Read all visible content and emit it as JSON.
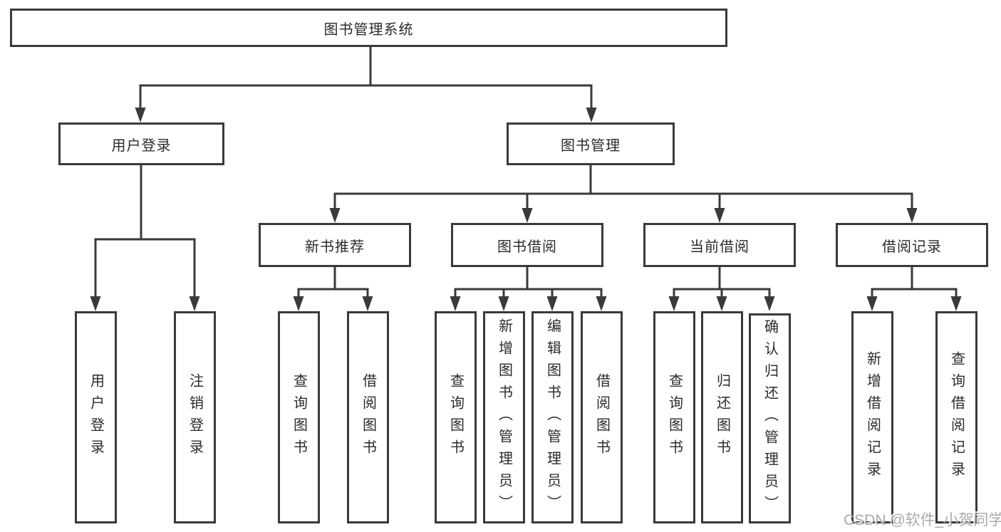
{
  "nodes": {
    "root": "图书管理系统",
    "user_login": "用户登录",
    "book_management": "图书管理",
    "new_book_recommend": "新书推荐",
    "book_borrow": "图书借阅",
    "current_borrow": "当前借阅",
    "borrow_record": "借阅记录",
    "leaf_user_login": "用户登录",
    "leaf_logout": "注销登录",
    "leaf_nb_query": "查询图书",
    "leaf_nb_borrow": "借阅图书",
    "leaf_bb_query": "查询图书",
    "leaf_bb_add": "新增图书（管理员）",
    "leaf_bb_edit": "编辑图书（管理员）",
    "leaf_bb_borrow": "借阅图书",
    "leaf_cb_query": "查询图书",
    "leaf_cb_return": "归还图书",
    "leaf_cb_confirm": "确认归还（管理员）",
    "leaf_br_add": "新增借阅记录",
    "leaf_br_query": "查询借阅记录"
  },
  "watermark": "CSDN @软件_小贺同学",
  "colors": {
    "line": "#3a3a3a",
    "text": "#2b2b2b",
    "watermark": "#9c9c9c",
    "background": "#ffffff"
  }
}
